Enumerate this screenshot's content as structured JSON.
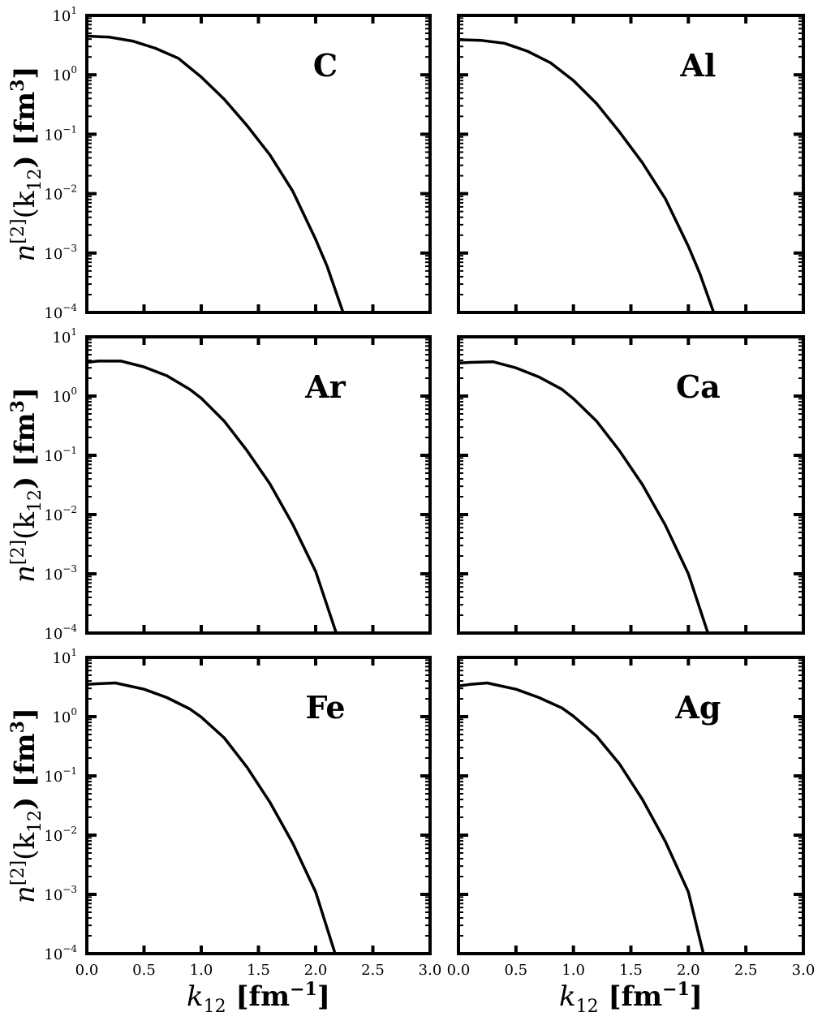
{
  "chart_data": [
    {
      "type": "line",
      "label": "C",
      "x": [
        0,
        0.2,
        0.4,
        0.6,
        0.8,
        1.0,
        1.2,
        1.4,
        1.6,
        1.8,
        2.0,
        2.1,
        2.24
      ],
      "y": [
        4.5,
        4.3,
        3.7,
        2.8,
        1.9,
        0.92,
        0.39,
        0.14,
        0.045,
        0.011,
        0.0017,
        0.0006,
        0.0001
      ]
    },
    {
      "type": "line",
      "label": "Al",
      "x": [
        0,
        0.2,
        0.4,
        0.6,
        0.8,
        1.0,
        1.2,
        1.4,
        1.6,
        1.8,
        2.0,
        2.1,
        2.22
      ],
      "y": [
        3.9,
        3.8,
        3.4,
        2.5,
        1.6,
        0.8,
        0.33,
        0.11,
        0.033,
        0.0082,
        0.0013,
        0.00045,
        0.0001
      ]
    },
    {
      "type": "line",
      "label": "Ar",
      "x": [
        0,
        0.1,
        0.3,
        0.5,
        0.7,
        0.9,
        1.0,
        1.2,
        1.4,
        1.6,
        1.8,
        2.0,
        2.18
      ],
      "y": [
        3.7,
        3.9,
        3.9,
        3.1,
        2.2,
        1.3,
        0.92,
        0.38,
        0.12,
        0.033,
        0.0068,
        0.0011,
        0.0001
      ]
    },
    {
      "type": "line",
      "label": "Ca",
      "x": [
        0,
        0.1,
        0.3,
        0.5,
        0.7,
        0.9,
        1.0,
        1.2,
        1.4,
        1.6,
        1.8,
        2.0,
        2.17
      ],
      "y": [
        3.6,
        3.7,
        3.8,
        3.0,
        2.1,
        1.3,
        0.9,
        0.38,
        0.12,
        0.032,
        0.0066,
        0.001,
        0.0001
      ]
    },
    {
      "type": "line",
      "label": "Fe",
      "x": [
        0,
        0.1,
        0.25,
        0.5,
        0.7,
        0.9,
        1.0,
        1.2,
        1.4,
        1.6,
        1.8,
        2.0,
        2.17
      ],
      "y": [
        3.5,
        3.6,
        3.7,
        2.9,
        2.1,
        1.35,
        0.98,
        0.44,
        0.14,
        0.036,
        0.0073,
        0.0011,
        0.0001
      ]
    },
    {
      "type": "line",
      "label": "Ag",
      "x": [
        0,
        0.1,
        0.25,
        0.5,
        0.7,
        0.9,
        1.0,
        1.2,
        1.4,
        1.6,
        1.8,
        2.0,
        2.13
      ],
      "y": [
        3.3,
        3.5,
        3.7,
        2.9,
        2.1,
        1.4,
        1.02,
        0.47,
        0.16,
        0.04,
        0.0078,
        0.0011,
        0.0001
      ]
    }
  ],
  "axes": {
    "xlim": [
      0,
      3.0
    ],
    "ylim": [
      0.0001,
      10
    ],
    "yscale": "log",
    "xticks": [
      "0.0",
      "0.5",
      "1.0",
      "1.5",
      "2.0",
      "2.5",
      "3.0"
    ],
    "yticks_base": "10",
    "yticks_exp": [
      "1",
      "0",
      "−1",
      "−2",
      "−3",
      "−4"
    ],
    "ylabel": {
      "main": "n",
      "sup": "[2]",
      "paren": "(k",
      "sub": "12",
      "unit": ") [fm",
      "unit_sup": "3",
      "close": "]"
    },
    "xlabel": {
      "main": "k",
      "sub": "12",
      "unit": " [fm",
      "unit_sup": "−1",
      "close": "]"
    }
  },
  "style": {
    "line_color": "#000000",
    "frame_color": "#000000",
    "background": "#ffffff"
  }
}
